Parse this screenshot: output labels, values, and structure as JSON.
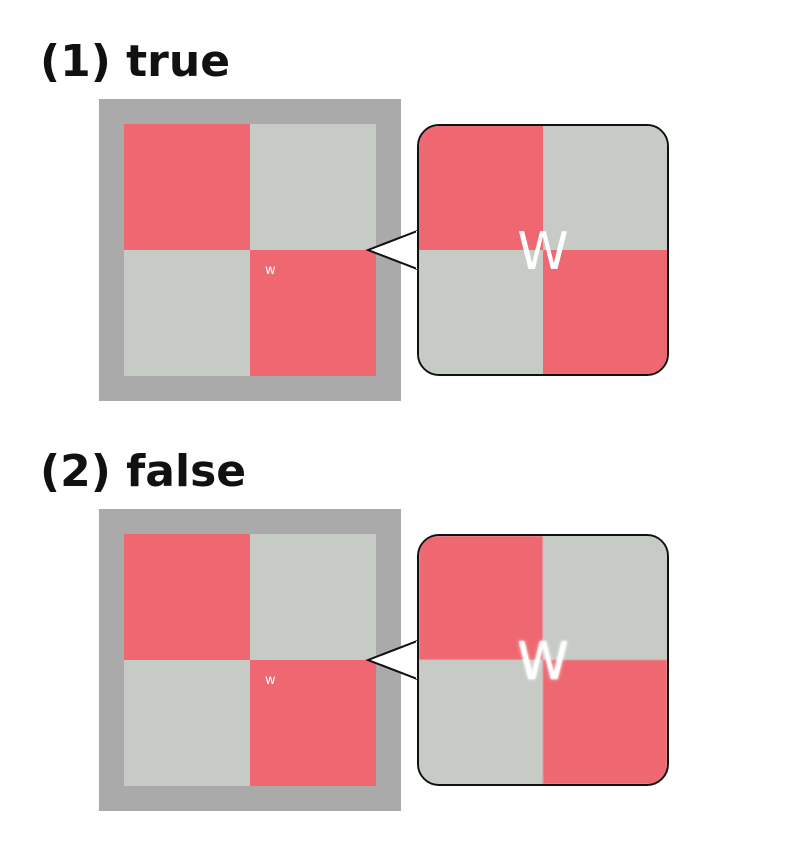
{
  "sections": [
    {
      "heading": "(1) true",
      "glyph": "w",
      "zoom_glyph": "W"
    },
    {
      "heading": "(2) false",
      "glyph": "w",
      "zoom_glyph": "W"
    }
  ],
  "colors": {
    "frame": "#aaaaaa",
    "red": "#ef6871",
    "gray": "#c7cbc6",
    "glyph": "#ffffff",
    "outline": "#111111"
  }
}
